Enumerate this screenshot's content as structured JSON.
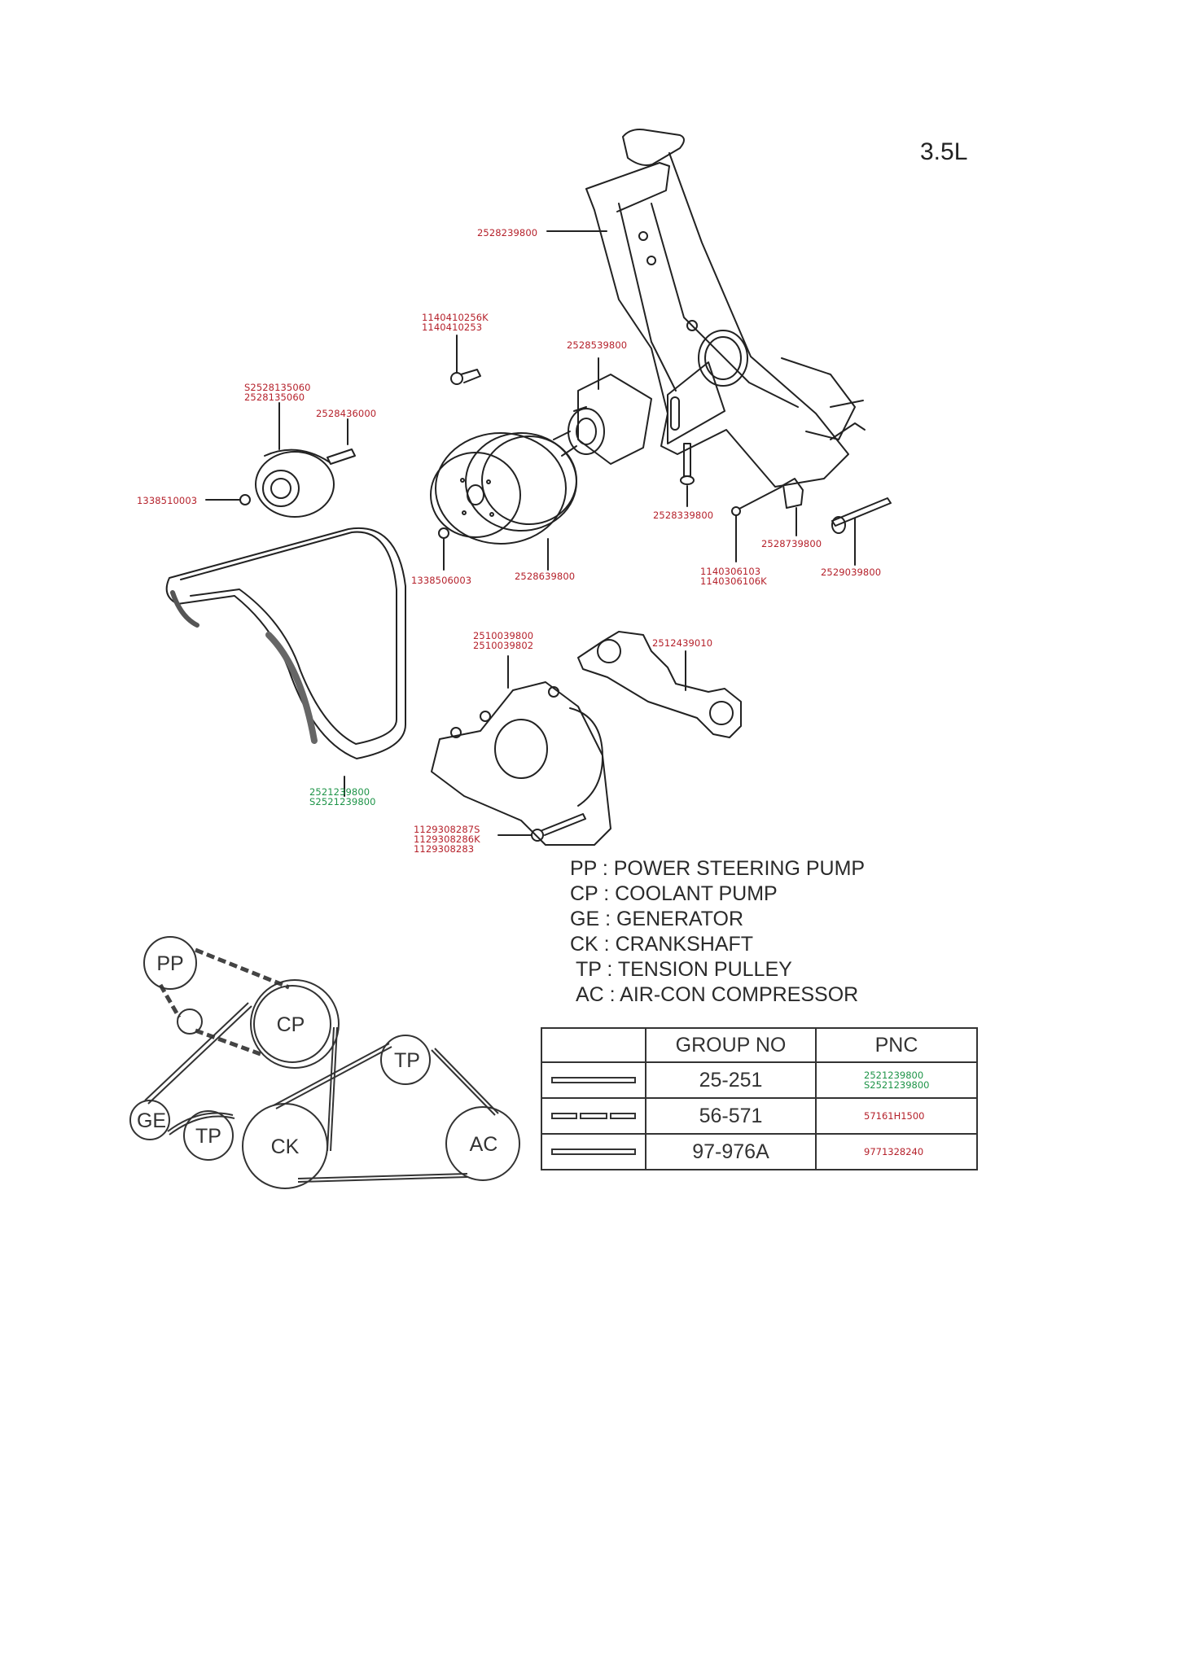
{
  "engine": "3.5L",
  "colors": {
    "part_label": "#b5212b",
    "belt_label": "#1e9448",
    "line": "#222222"
  },
  "parts": {
    "bracket": [
      "2528239800"
    ],
    "bolt_a": [
      "1140410256K",
      "1140410253"
    ],
    "pump_ps": [
      "2528539800"
    ],
    "idler": [
      "S2528135060",
      "2528135060"
    ],
    "pin": [
      "2528436000"
    ],
    "nut_idler": [
      "1338510003"
    ],
    "pulley": [
      "2528639800"
    ],
    "nut_pulley": [
      "1338506003"
    ],
    "bolt_b": [
      "2528339800"
    ],
    "bolt_c": [
      "1140306103",
      "1140306106K"
    ],
    "clip": [
      "2528739800"
    ],
    "bolt_long": [
      "2529039800"
    ],
    "water_pump": [
      "2510039800",
      "2510039802"
    ],
    "gasket": [
      "2512439010"
    ],
    "belt": [
      "2521239800",
      "S2521239800"
    ],
    "bolt_wp": [
      "1129308287S",
      "1129308286K",
      "1129308283"
    ]
  },
  "legend": [
    {
      "code": "PP",
      "name": "POWER STEERING PUMP"
    },
    {
      "code": "CP",
      "name": "COOLANT PUMP"
    },
    {
      "code": "GE",
      "name": "GENERATOR"
    },
    {
      "code": "CK",
      "name": "CRANKSHAFT"
    },
    {
      "code": "TP",
      "name": "TENSION PULLEY"
    },
    {
      "code": "AC",
      "name": "AIR-CON COMPRESSOR"
    }
  ],
  "belt_diagram": {
    "pulleys": [
      "PP",
      "CP",
      "GE",
      "TP",
      "CK",
      "TP",
      "AC"
    ]
  },
  "group_table": {
    "headers": [
      "",
      "GROUP NO",
      "PNC"
    ],
    "rows": [
      {
        "line_style": "solid",
        "group": "25-251",
        "pnc": [
          "2521239800",
          "S2521239800"
        ],
        "pnc_color": "green"
      },
      {
        "line_style": "dashed",
        "group": "56-571",
        "pnc": [
          "57161H1500"
        ],
        "pnc_color": "red"
      },
      {
        "line_style": "solid",
        "group": "97-976A",
        "pnc": [
          "9771328240"
        ],
        "pnc_color": "red"
      }
    ]
  }
}
